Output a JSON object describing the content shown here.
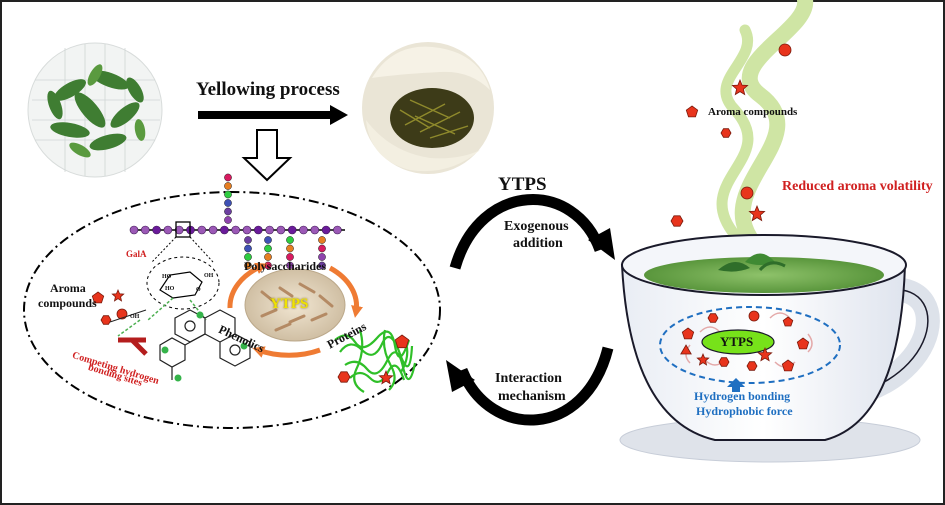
{
  "process": {
    "yellowing": "Yellowing process"
  },
  "exchange": {
    "ytps": "YTPS",
    "exogenous_line1": "Exogenous",
    "exogenous_line2": "addition",
    "interaction_line1": "Interaction",
    "interaction_line2": "mechanism"
  },
  "ellipse": {
    "galA": "GalA",
    "aroma_line1": "Aroma",
    "aroma_line2": "compounds",
    "competing_line1": "Competing hydrogen",
    "competing_line2": "bonding sites",
    "polysaccharides": "Polysaccharides",
    "phenolics": "Phenolics",
    "proteins": "Proteins",
    "center": "YTPS",
    "oh_labels": [
      "HO",
      "OH",
      "HO",
      "O",
      "OH"
    ]
  },
  "cup": {
    "aroma": "Aroma compounds",
    "reduced": "Reduced aroma volatility",
    "ytps": "YTPS",
    "hbond": "Hydrogen bonding",
    "hydrophobic": "Hydrophobic force"
  },
  "colors": {
    "aroma_red": "#e8341c",
    "ytps_yellow": "#f0e300",
    "ytps_green": "#77e21a",
    "label_blue": "#1f6fc1",
    "label_red": "#d02020",
    "steam": "#cfe5a4",
    "arrow_orange": "#ef7b33"
  }
}
